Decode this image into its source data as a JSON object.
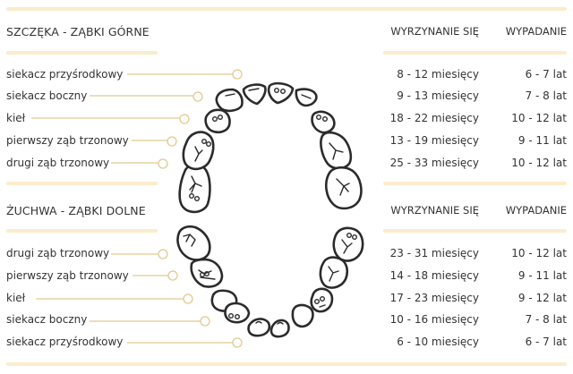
{
  "colors": {
    "divider": "#fbeccb",
    "leader_line": "#e2c98f",
    "text": "#333333",
    "tooth_outline": "#2b2b2b"
  },
  "upper": {
    "title": "SZCZĘKA - ZĄBKI GÓRNE",
    "header_eruption": "WYRZYNANIE SIĘ",
    "header_falling": "WYPADANIE",
    "rows": [
      {
        "name": "siekacz przyśrodkowy",
        "eruption": "8 - 12 miesięcy",
        "falling": "6 - 7 lat"
      },
      {
        "name": "siekacz boczny",
        "eruption": "9 - 13 miesięcy",
        "falling": "7 - 8 lat"
      },
      {
        "name": "kieł",
        "eruption": "18 - 22 miesięcy",
        "falling": "10 - 12 lat"
      },
      {
        "name": "pierwszy ząb trzonowy",
        "eruption": "13 - 19 miesięcy",
        "falling": "9 - 11 lat"
      },
      {
        "name": "drugi ząb trzonowy",
        "eruption": "25 - 33 miesięcy",
        "falling": "10 - 12 lat"
      }
    ]
  },
  "lower": {
    "title": "ŻUCHWA - ZĄBKI DOLNE",
    "header_eruption": "WYRZYNANIE SIĘ",
    "header_falling": "WYPADANIE",
    "rows": [
      {
        "name": "drugi ząb trzonowy",
        "eruption": "23 - 31 miesięcy",
        "falling": "10 - 12 lat"
      },
      {
        "name": "pierwszy ząb trzonowy",
        "eruption": "14 - 18 miesięcy",
        "falling": "9 - 11 lat"
      },
      {
        "name": "kieł",
        "eruption": "17 - 23 miesięcy",
        "falling": "9 - 12 lat"
      },
      {
        "name": "siekacz boczny",
        "eruption": "10 - 16 miesięcy",
        "falling": "7 - 8 lat"
      },
      {
        "name": "siekacz przyśrodkowy",
        "eruption": "6 - 10 miesięcy",
        "falling": "6 - 7 lat"
      }
    ]
  }
}
